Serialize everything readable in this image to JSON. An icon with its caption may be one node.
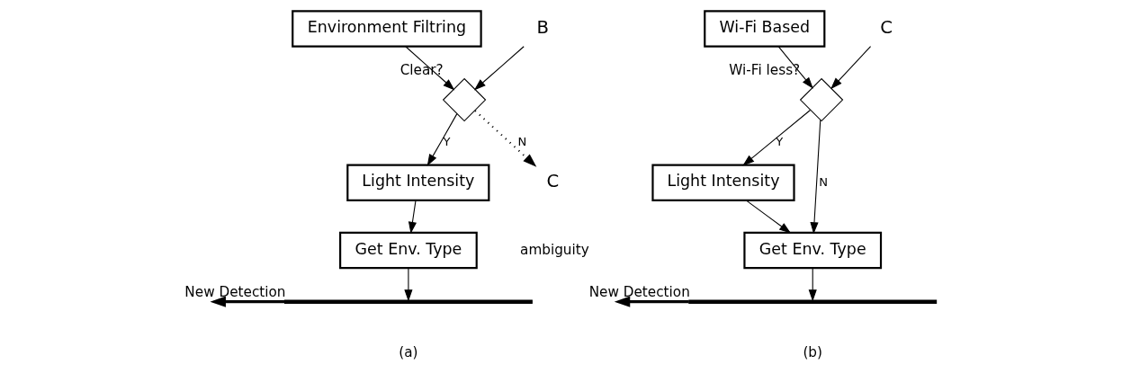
{
  "diagram": {
    "nodes": [
      {
        "text": [
          "Environment Filtring"
        ]
      },
      {
        "text": [],
        "shape": "diamond",
        "beside": [
          "Clear?"
        ]
      },
      {
        "text": [
          "Light Intensity"
        ]
      },
      {
        "text": [
          "Get Env. Type"
        ]
      },
      {
        "text": [
          "B"
        ]
      },
      {
        "text": [
          "C"
        ]
      },
      {
        "text": [],
        "shape": "bar",
        "beside": [
          "New Detection"
        ]
      },
      {
        "text": [
          "Wi-Fi Based"
        ]
      },
      {
        "text": [],
        "shape": "diamond",
        "beside": [
          "Wi-Fi less?"
        ]
      },
      {
        "text": [
          "Light Intensity"
        ]
      },
      {
        "text": [
          "Get Env. Type"
        ]
      },
      {
        "text": [
          "C"
        ]
      },
      {
        "text": [],
        "shape": "bar",
        "beside": [
          "New Detection"
        ]
      }
    ],
    "edges": [
      {
        "from": 0,
        "to": 1,
        "arrow": "to"
      },
      {
        "from": 4,
        "to": 1,
        "arrow": "to"
      },
      {
        "from": 1,
        "to": 2,
        "arrow": "to",
        "label": "Y"
      },
      {
        "from": 1,
        "to": 5,
        "arrow": "to",
        "label": "N",
        "style": "dashed"
      },
      {
        "from": 2,
        "to": 3,
        "arrow": "to"
      },
      {
        "from": 3,
        "to": 6,
        "arrow": "to"
      },
      {
        "from": 6,
        "to": null,
        "arrow": "to",
        "style": "thick"
      },
      {
        "from": 7,
        "to": 8,
        "arrow": "to"
      },
      {
        "from": 11,
        "to": 8,
        "arrow": "to"
      },
      {
        "from": 8,
        "to": 9,
        "arrow": "to",
        "label": "Y"
      },
      {
        "from": 8,
        "to": 10,
        "arrow": "to",
        "label": "N"
      },
      {
        "from": 9,
        "to": 10,
        "arrow": "to"
      },
      {
        "from": 10,
        "to": 12,
        "arrow": "to"
      },
      {
        "from": 12,
        "to": null,
        "arrow": "to",
        "style": "thick"
      }
    ],
    "labels": [
      "ambiguity",
      "(a)",
      "(b)"
    ]
  }
}
